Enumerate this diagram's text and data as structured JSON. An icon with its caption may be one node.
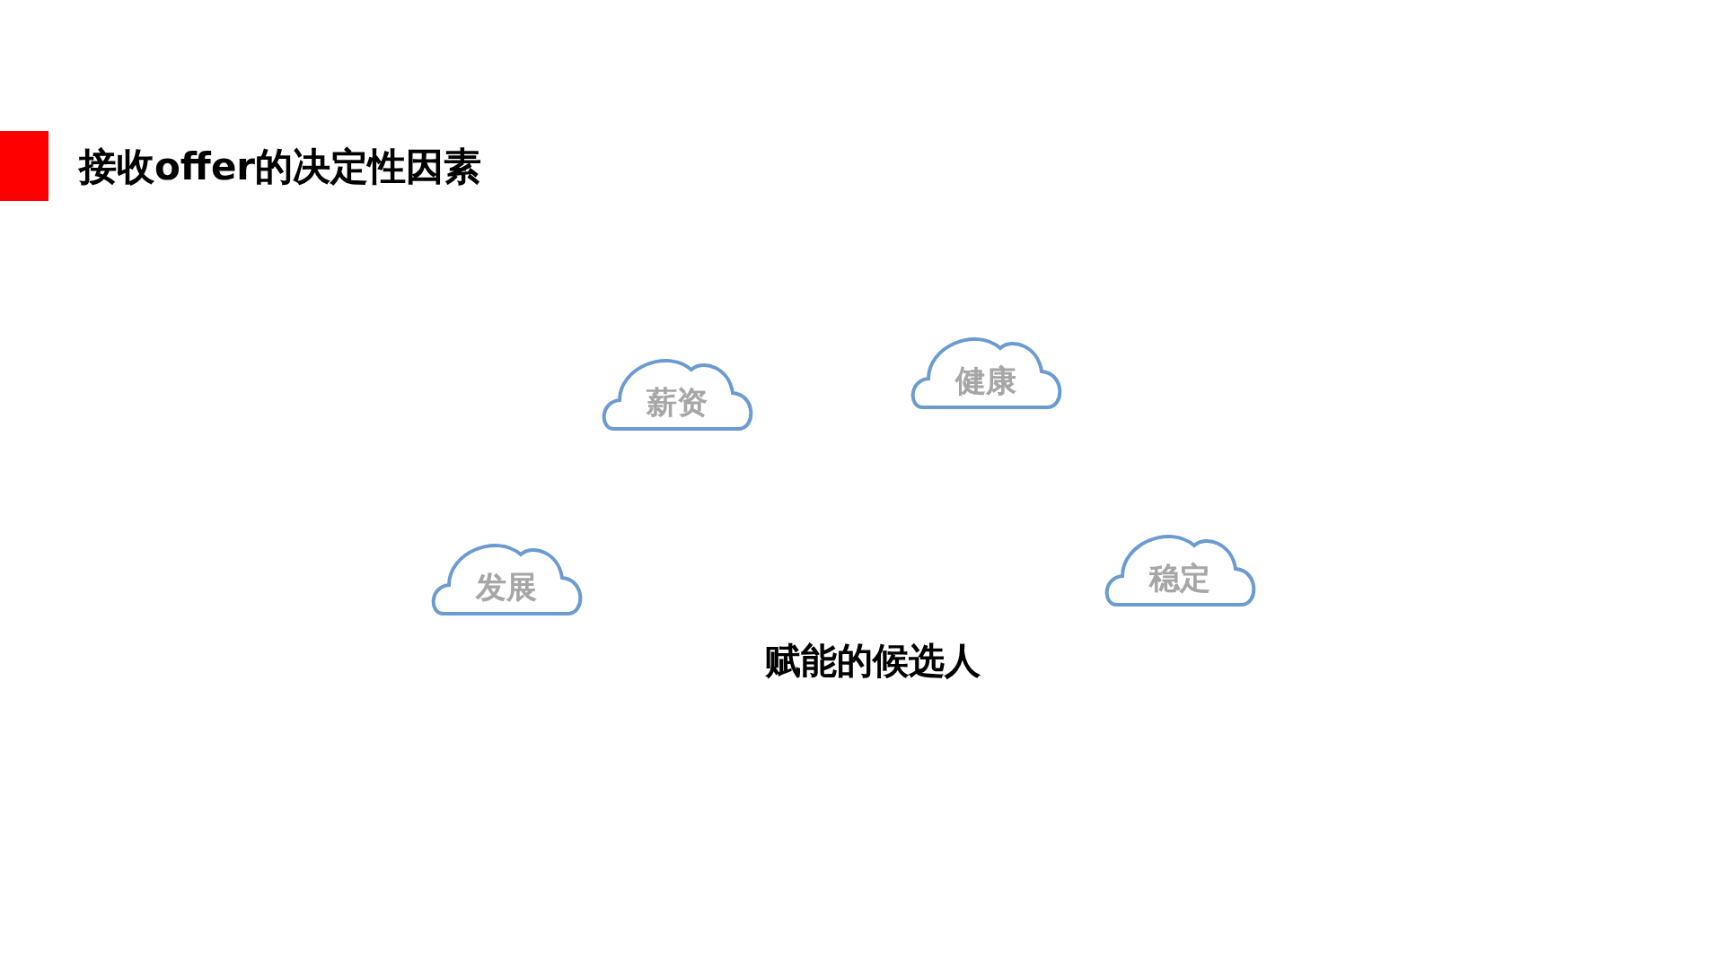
{
  "diagram": {
    "title": "接收offer的决定性因素",
    "nodes": [
      {
        "text": [
          "薪资"
        ]
      },
      {
        "text": [
          "健康"
        ]
      },
      {
        "text": [
          "发展"
        ]
      },
      {
        "text": [
          "稳定"
        ]
      }
    ],
    "labels": [
      "赋能的候选人"
    ]
  }
}
